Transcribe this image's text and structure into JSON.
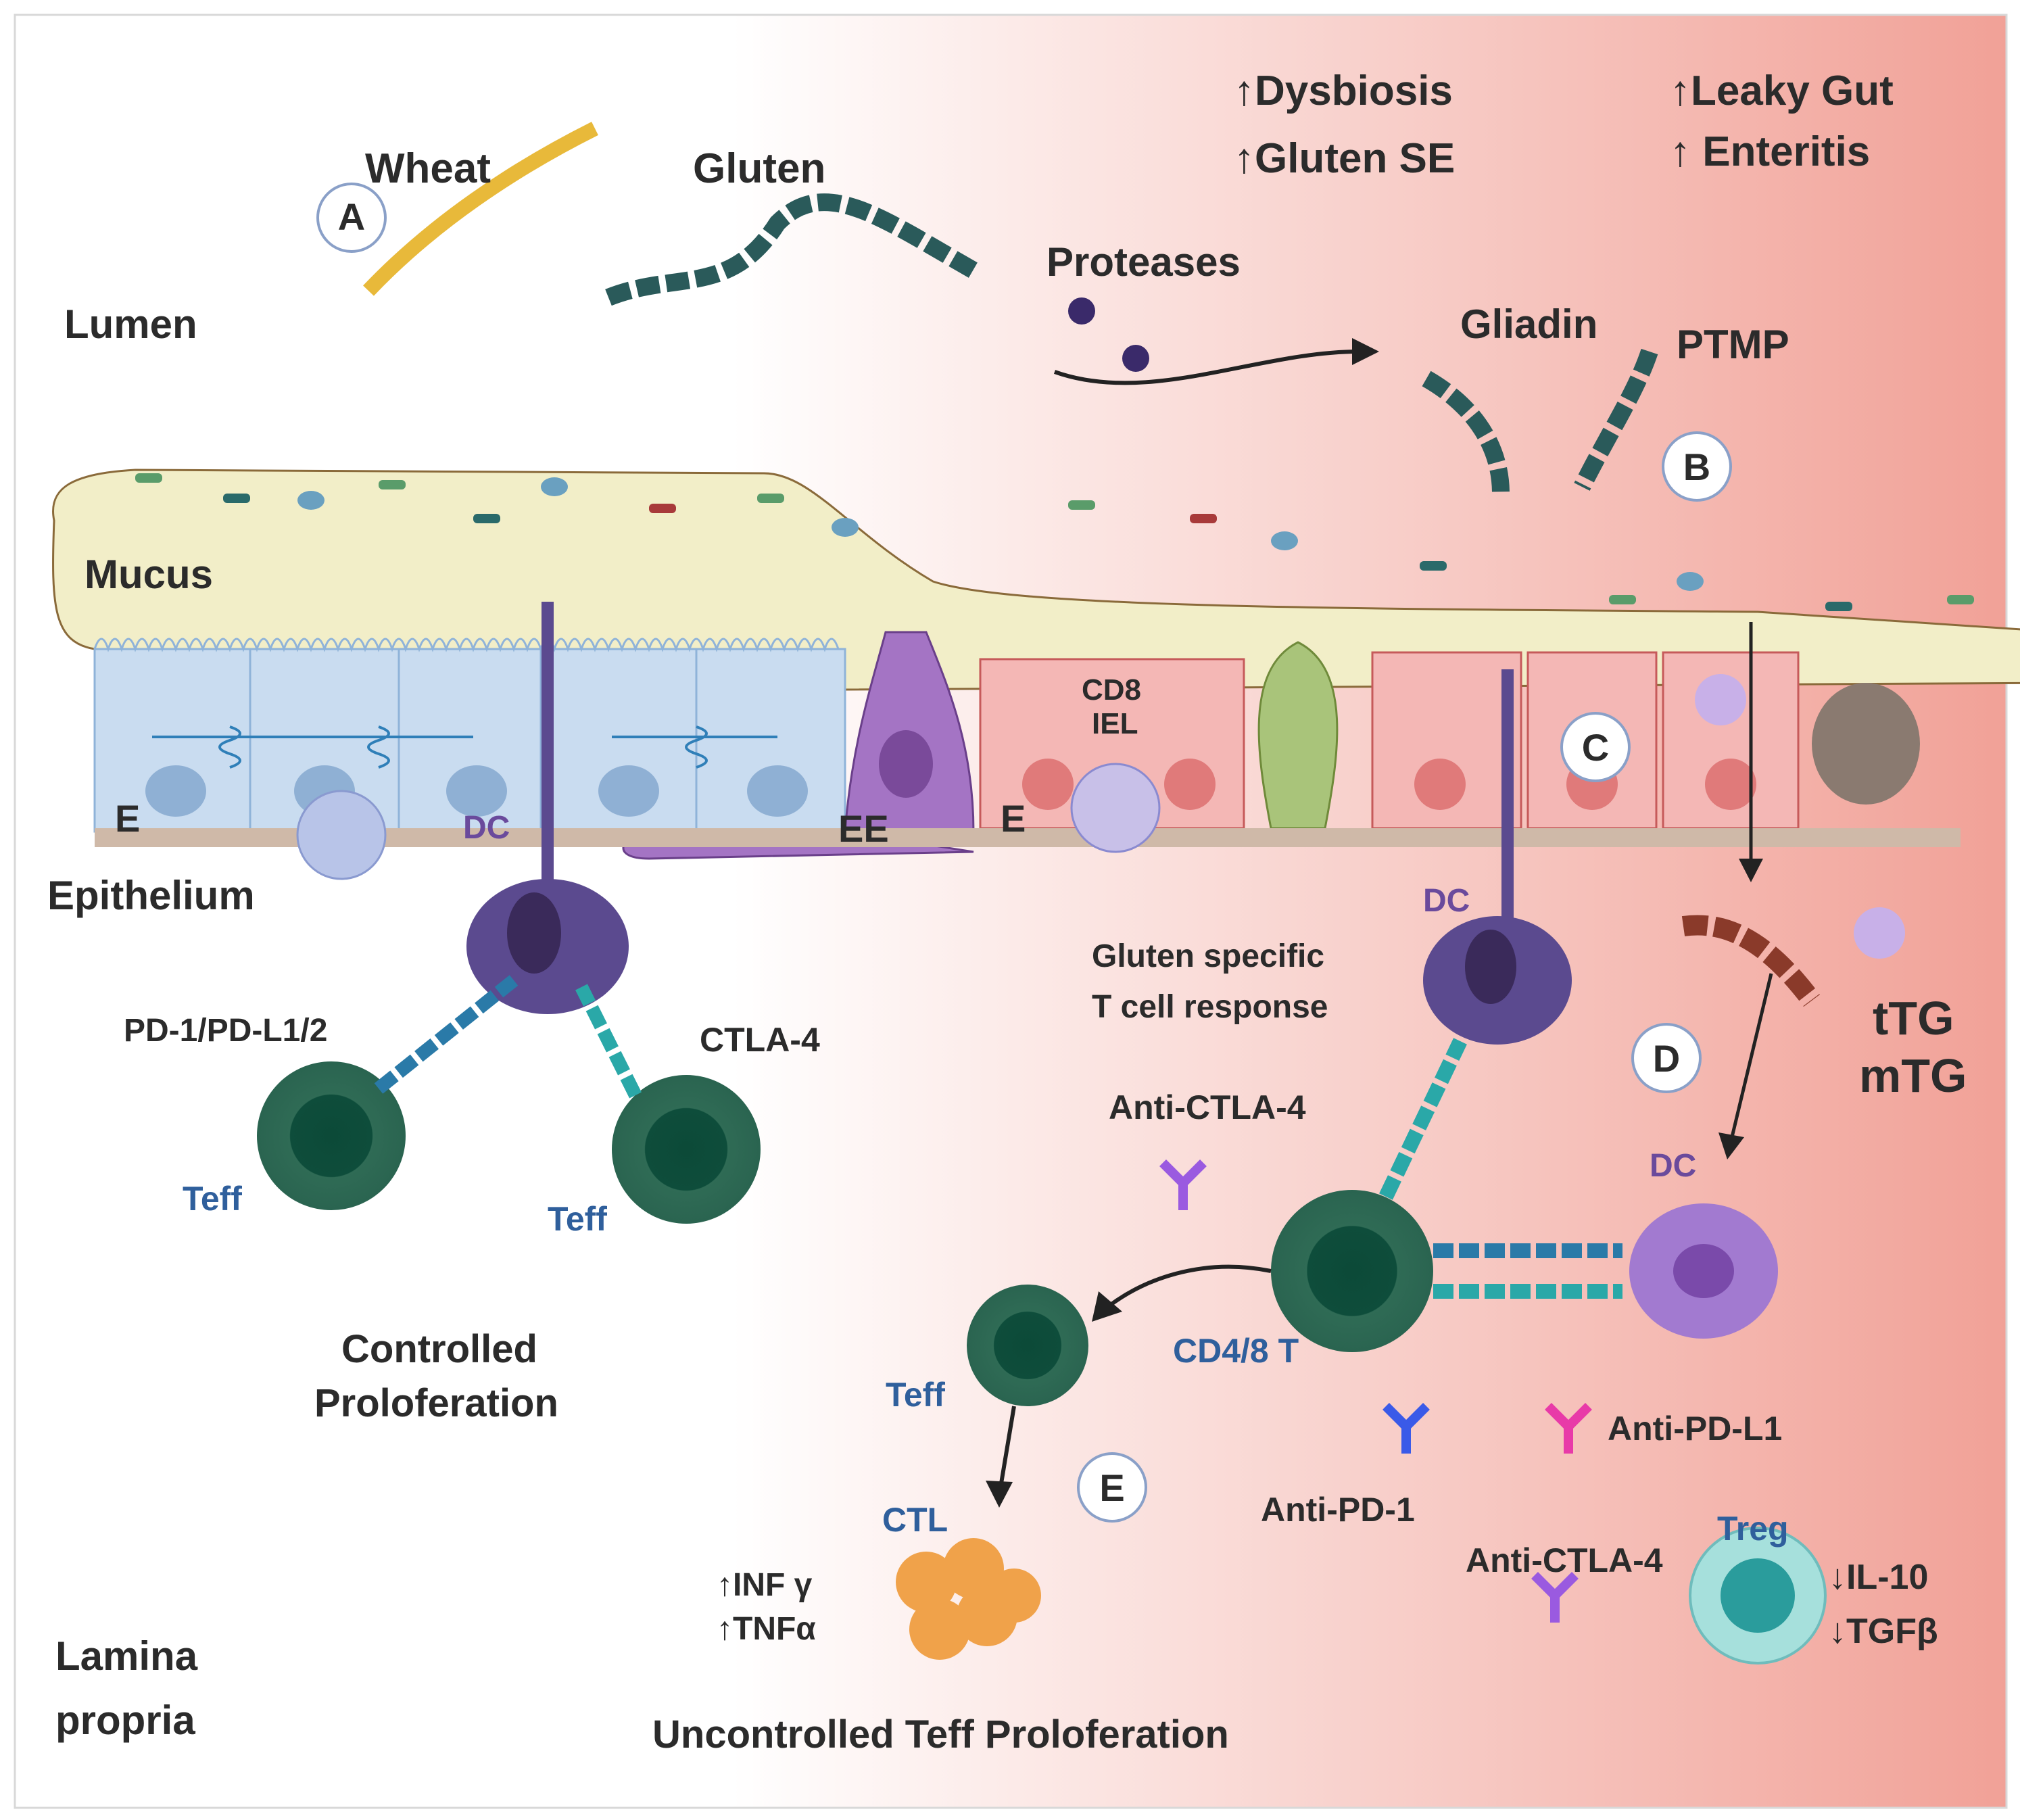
{
  "regions": {
    "lumen": "Lumen",
    "mucus": "Mucus",
    "epithelium": "Epithelium",
    "lamina_propria_line1": "Lamina",
    "lamina_propria_line2": "propria"
  },
  "steps": {
    "a": "A",
    "b": "B",
    "c": "C",
    "d": "D",
    "e": "E"
  },
  "top": {
    "wheat": "Wheat",
    "gluten": "Gluten",
    "proteases": "Proteases",
    "gliadin": "Gliadin",
    "ptmp": "PTMP",
    "dysbiosis": "↑Dysbiosis",
    "gluten_se": "↑Gluten SE",
    "leaky_gut": "↑Leaky Gut",
    "enteritis": "↑ Enteritis"
  },
  "cells": {
    "e_left": "E",
    "dc_left": "DC",
    "ee": "EE",
    "e_right": "E",
    "cd8": "CD8",
    "iel": "IEL",
    "dc_right": "DC",
    "dc_lower": "DC",
    "teff_left1": "Teff",
    "teff_left2": "Teff",
    "teff_mid": "Teff",
    "cd48t": "CD4/8 T",
    "ctl": "CTL",
    "treg": "Treg"
  },
  "left": {
    "pd1": "PD-1/PD-L1/2",
    "ctla4": "CTLA-4",
    "controlled_line1": "Controlled",
    "controlled_line2": "Proloferation"
  },
  "right": {
    "gluten_specific_line1": "Gluten specific",
    "gluten_specific_line2": "T cell response",
    "anti_ctla4_top": "Anti-CTLA-4",
    "anti_pd1": "Anti-PD-1",
    "anti_pdl1": "Anti-PD-L1",
    "anti_ctla4_bottom": "Anti-CTLA-4",
    "ttg": "tTG",
    "mtg": "mTG",
    "il10": "↓IL-10",
    "tgfb": "↓TGFβ",
    "infg": "↑INF γ",
    "tnfa": "↑TNFα",
    "uncontrolled": "Uncontrolled Teff Proloferation"
  },
  "colors": {
    "lumen_left": "#ffffff",
    "lumen_right": "#f1a197",
    "mucus": "#f2eec8",
    "healthy_cell": "#c9dcf0",
    "inflamed_cell": "#f4b7b5",
    "dc": "#5b4a8f",
    "teff": "#2f6b55",
    "ctl": "#f0a24a",
    "treg": "#7fcfcf"
  }
}
